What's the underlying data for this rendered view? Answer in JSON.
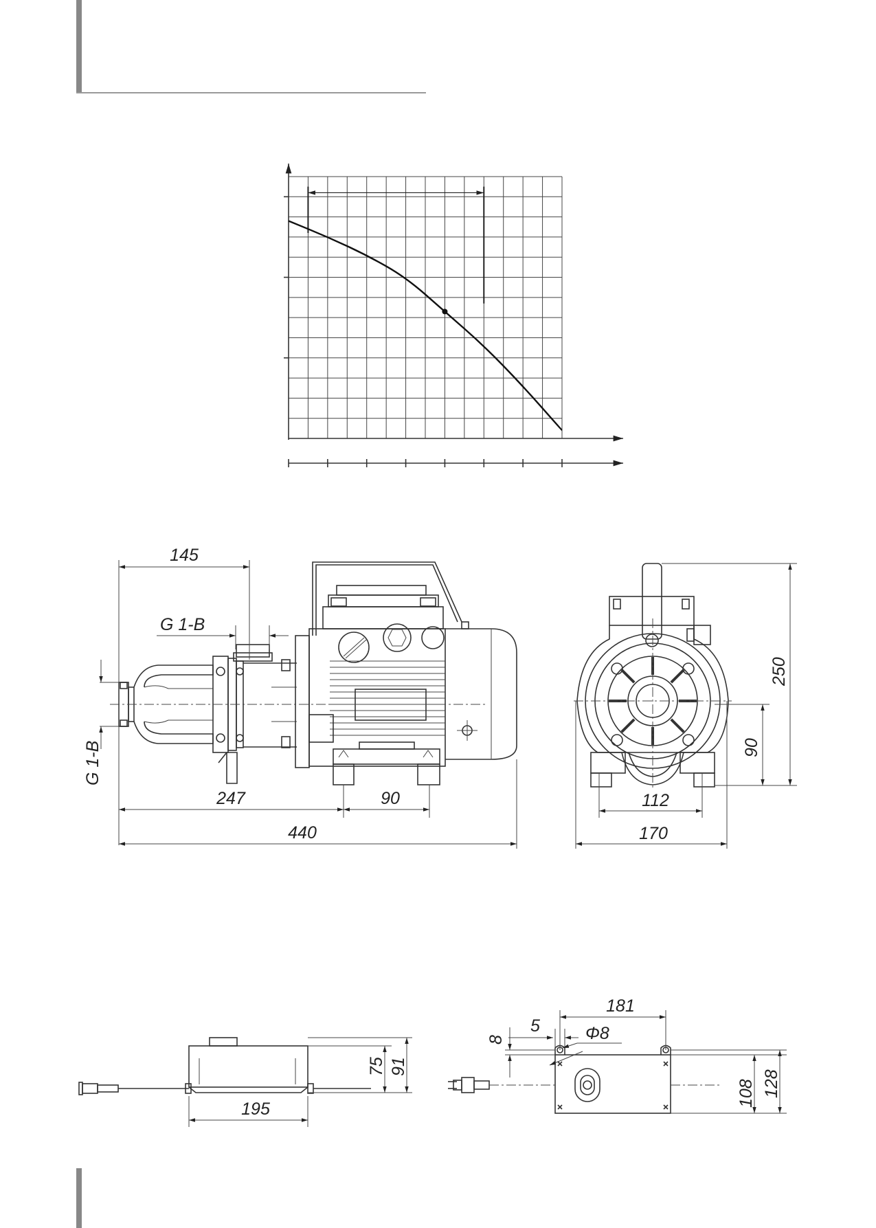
{
  "chart_data": {
    "type": "line",
    "title": "",
    "xlabel": "",
    "ylabel": "",
    "grid": true,
    "xlim": [
      0,
      14
    ],
    "ylim": [
      0,
      13
    ],
    "series": [
      {
        "values_xy": [
          [
            0,
            10.8
          ],
          [
            2,
            10.0
          ],
          [
            4,
            9.1
          ],
          [
            6,
            8.0
          ],
          [
            8,
            6.3
          ],
          [
            10,
            4.6
          ],
          [
            12,
            2.6
          ],
          [
            14,
            0.4
          ]
        ]
      }
    ],
    "operating_point": [
      8,
      6.3
    ],
    "range_markers": {
      "x_start": 1,
      "x_end": 10
    }
  },
  "front_view": {
    "dim_145": "145",
    "dim_g1b_top": "G 1-B",
    "dim_g1b_side": "G 1-B",
    "dim_247": "247",
    "dim_90": "90",
    "dim_440": "440"
  },
  "side_view": {
    "dim_250": "250",
    "dim_90": "90",
    "dim_112": "112",
    "dim_170": "170"
  },
  "switch_side": {
    "dim_195": "195",
    "dim_75": "75",
    "dim_91": "91"
  },
  "switch_top": {
    "dim_181": "181",
    "dim_8": "8",
    "dim_5": "5",
    "dim_phi8": "Φ8",
    "dim_108": "108",
    "dim_128": "128"
  }
}
